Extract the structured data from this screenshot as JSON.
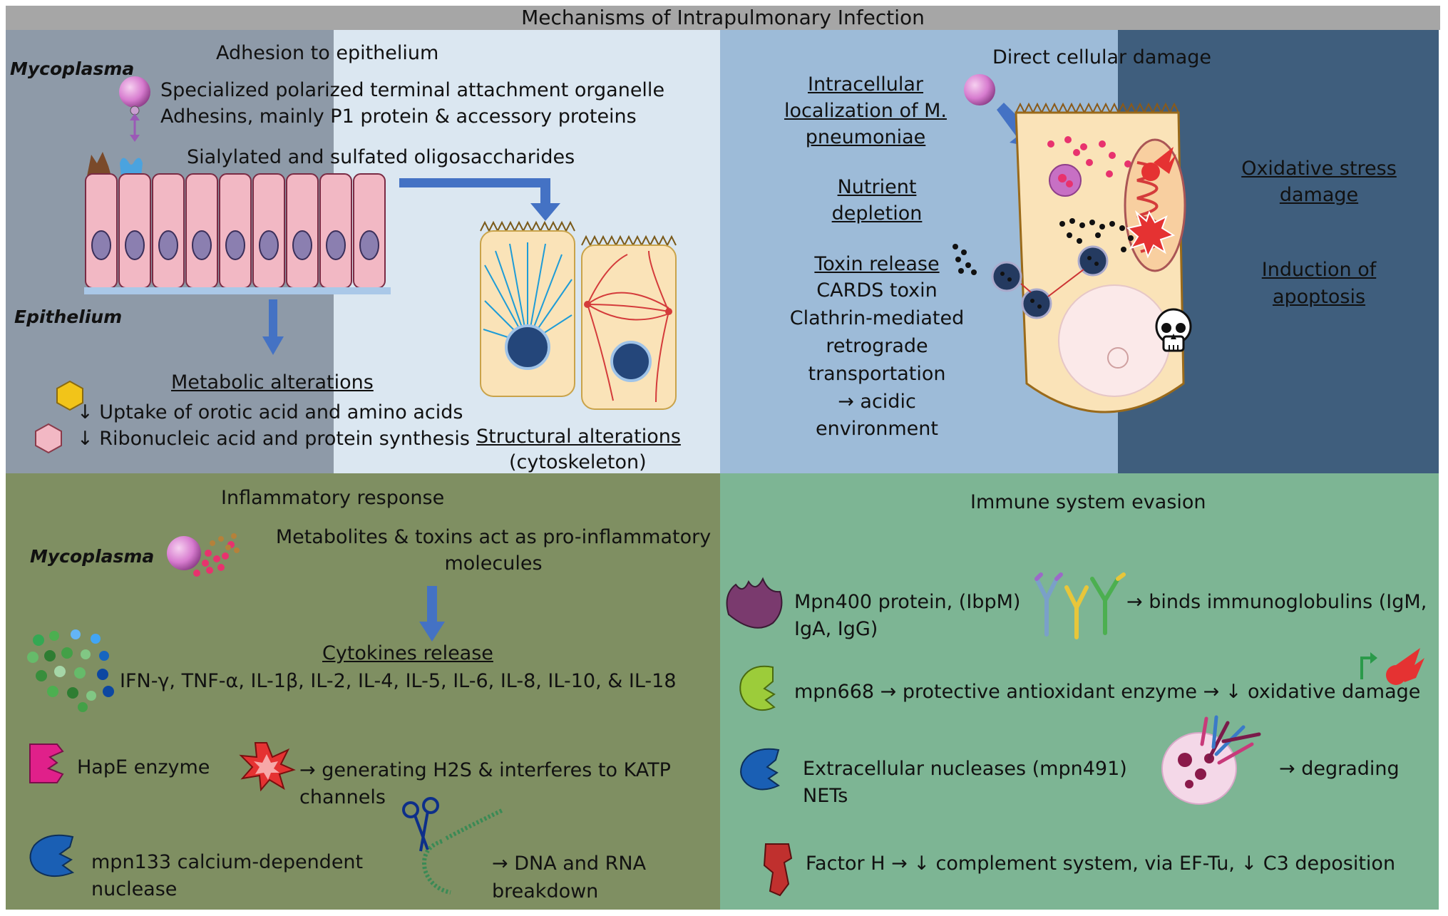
{
  "title": "Mechanisms of Intrapulmonary Infection",
  "panel_adhesion": {
    "heading": "Adhesion to epithelium",
    "mycoplasma_label": "Mycoplasma",
    "epithelium_label": "Epithelium",
    "line1": "Specialized polarized terminal attachment organelle",
    "line2": "Adhesins, mainly P1 protein & accessory proteins",
    "line3": "Sialylated and sulfated oligosaccharides",
    "metabolic_heading": "Metabolic alterations",
    "metabolic_1": "↓ Uptake of orotic acid and amino acids",
    "metabolic_2": "↓ Ribonucleic acid and protein synthesis",
    "structural_heading": "Structural alterations",
    "structural_sub": "(cytoskeleton)"
  },
  "panel_damage": {
    "heading": "Direct cellular damage",
    "intracellular": [
      "Intracellular",
      "localization of M.",
      "pneumoniae"
    ],
    "nutrient": [
      "Nutrient",
      "depletion"
    ],
    "toxin_heading": "Toxin release",
    "toxin_lines": [
      "CARDS toxin",
      "Clathrin-mediated",
      "retrograde",
      "transportation",
      "→ acidic",
      "environment"
    ],
    "oxidative": [
      "Oxidative stress",
      "damage"
    ],
    "apoptosis": [
      "Induction of",
      "apoptosis"
    ]
  },
  "panel_inflammatory": {
    "heading": "Inflammatory response",
    "mycoplasma_label": "Mycoplasma",
    "metabolites": [
      "Metabolites & toxins act as pro-inflammatory",
      "molecules"
    ],
    "cytokines_heading": "Cytokines release",
    "cytokines_list": "IFN-γ, TNF-α, IL-1β, IL-2, IL-4, IL-5, IL-6, IL-8, IL-10, & IL-18",
    "hape": "HapE enzyme",
    "h2s": "→ generating H2S  & interferes to KATP",
    "h2s_cont": "channels",
    "mpn133": [
      "mpn133 calcium-dependent",
      "nuclease"
    ],
    "dna": [
      "→ DNA and RNA",
      "breakdown"
    ]
  },
  "panel_evasion": {
    "heading": "Immune system evasion",
    "mpn400": "Mpn400 protein, (IbpM)",
    "binds": "→ binds immunoglobulins (IgM,",
    "binds_cont": "IgA, IgG)",
    "mpn668": "mpn668 → protective antioxidant enzyme → ↓ oxidative damage",
    "nucleases": [
      "Extracellular nucleases (mpn491)",
      "NETs"
    ],
    "degrading": "→ degrading",
    "factorh": "Factor H → ↓ complement system, via EF-Tu, ↓ C3 deposition"
  },
  "colors": {
    "title_bar": "#a6a6a6",
    "panel_gray": "#8e9aa8",
    "panel_pale": "#dbe7f1",
    "panel_blue": "#9dbbd8",
    "panel_navy": "#3f5e7d",
    "panel_olive": "#7f8f62",
    "panel_green": "#7db594",
    "arrow_blue": "#4472c4",
    "cell_pink": "#f2b8c4",
    "cell_cream": "#fae3b8",
    "mycoplasma_purple": "#d77ccf"
  },
  "icons": [
    "mycoplasma-icon",
    "receptor-icon",
    "epithelial-cells",
    "hexagon-icon",
    "cytoskeleton-cells",
    "infected-cell",
    "skull-icon",
    "cytokine-dots",
    "enzyme-icon",
    "explosion-icon",
    "scissors-icon",
    "dna-coil",
    "antibody-icon",
    "flame-icon",
    "net-cell-icon",
    "factor-h-icon"
  ]
}
